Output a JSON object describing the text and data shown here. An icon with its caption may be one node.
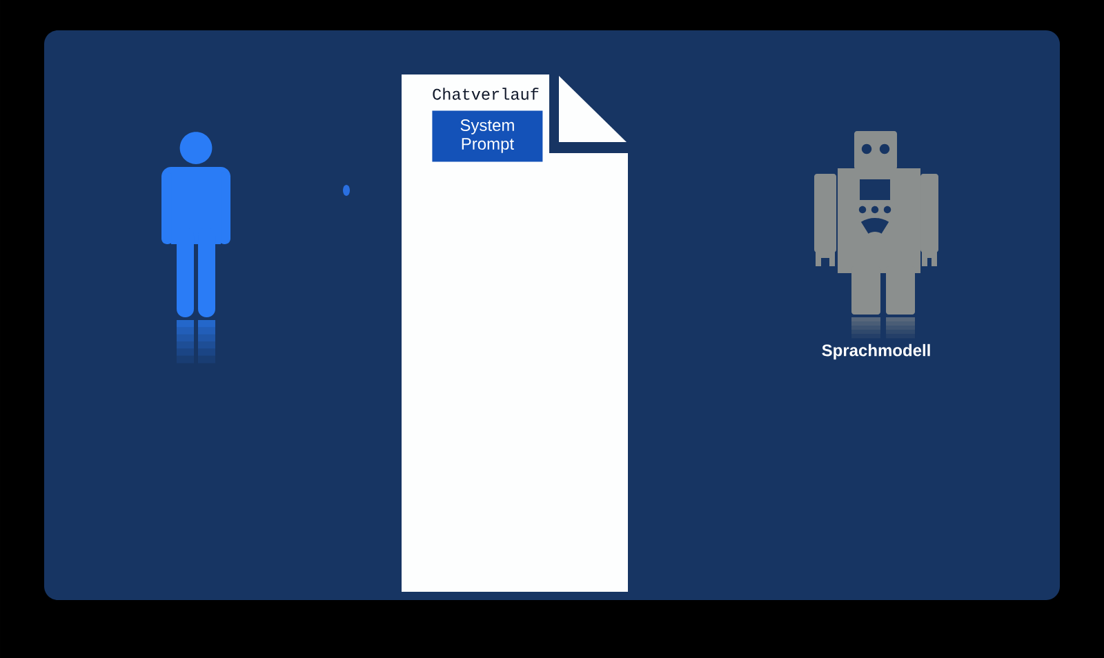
{
  "diagram": {
    "nodes": [
      {
        "text": [
          "Chatverlauf"
        ]
      },
      {
        "text": [
          "System Prompt"
        ],
        "in": 0
      },
      {
        "text": [],
        "shape": "person"
      },
      {
        "text": [],
        "shape": "picture",
        "beside": [
          "Sprachmodell"
        ]
      }
    ]
  }
}
